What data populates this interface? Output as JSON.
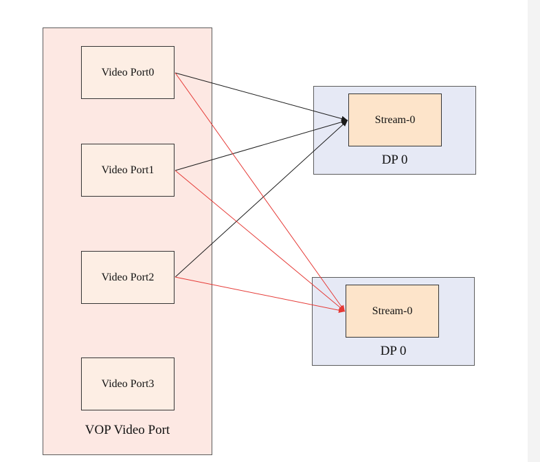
{
  "vop_group": {
    "label": "VOP Video Port",
    "ports": [
      "Video Port0",
      "Video Port1",
      "Video Port2",
      "Video Port3"
    ]
  },
  "dp_groups": [
    {
      "label": "DP 0",
      "stream": "Stream-0"
    },
    {
      "label": "DP 0",
      "stream": "Stream-0"
    }
  ],
  "edges": [
    {
      "from": "Video Port0",
      "to": "DP 0 (top) Stream-0",
      "color": "#1a1a1a"
    },
    {
      "from": "Video Port1",
      "to": "DP 0 (top) Stream-0",
      "color": "#1a1a1a"
    },
    {
      "from": "Video Port2",
      "to": "DP 0 (top) Stream-0",
      "color": "#1a1a1a"
    },
    {
      "from": "Video Port0",
      "to": "DP 0 (bottom) Stream-0",
      "color": "#e53935"
    },
    {
      "from": "Video Port1",
      "to": "DP 0 (bottom) Stream-0",
      "color": "#e53935"
    },
    {
      "from": "Video Port2",
      "to": "DP 0 (bottom) Stream-0",
      "color": "#e53935"
    }
  ],
  "colors": {
    "vop_group_fill": "#fde8e3",
    "port_fill": "#fdeee4",
    "dp_group_fill": "#e6e9f5",
    "stream_fill": "#fde4ca",
    "edge_black": "#1a1a1a",
    "edge_red": "#e53935"
  }
}
